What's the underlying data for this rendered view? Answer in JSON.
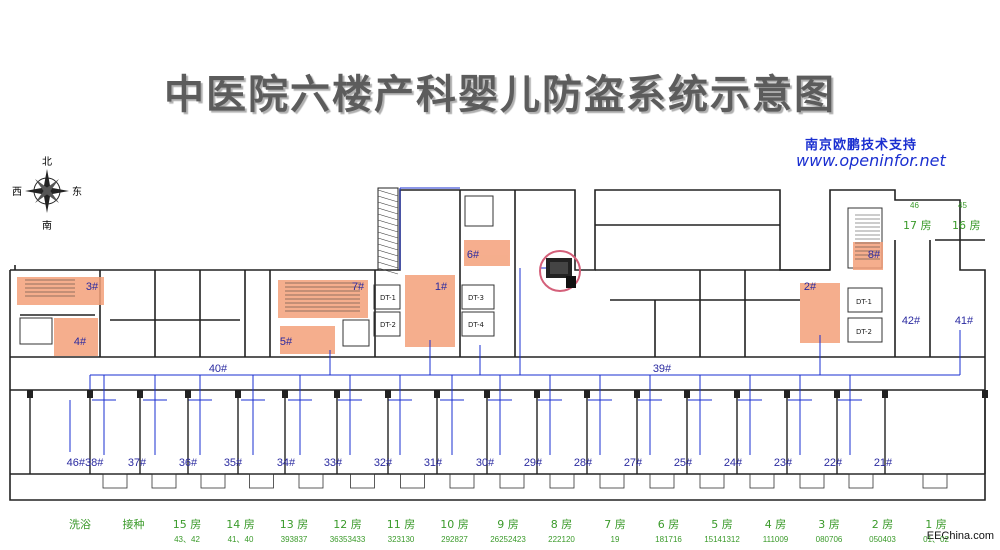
{
  "title": "中医院六楼产科婴儿防盗系统示意图",
  "support": "南京欧鹏技术支持",
  "website": "www.openinfor.net",
  "watermark": "EEChina.com",
  "compass": {
    "north": "北",
    "east": "东",
    "west": "西",
    "south": "南"
  },
  "colors": {
    "highlight": "#f4a07a",
    "wire": "#1a2fd0",
    "wall": "#222222",
    "room_label": "#3a9a2a",
    "node_label": "#2a2aa0",
    "alarm_circle": "#d4607a"
  },
  "top_right_rooms": [
    {
      "label": "17 房",
      "code": "46"
    },
    {
      "label": "16 房",
      "code": "45"
    }
  ],
  "elevator_labels": [
    "DT-1",
    "DT-2",
    "DT-3",
    "DT-4",
    "DT-1",
    "DT-2"
  ],
  "nodes": {
    "highlighted": [
      "3#",
      "4#",
      "7#",
      "5#",
      "1#",
      "6#",
      "8#",
      "2#"
    ],
    "side": [
      "42#",
      "41#"
    ],
    "bus": [
      "40#",
      "39#"
    ],
    "row": [
      "46#38#",
      "37#",
      "36#",
      "35#",
      "34#",
      "33#",
      "32#",
      "31#",
      "30#",
      "29#",
      "28#",
      "27#",
      "25#",
      "24#",
      "23#",
      "22#",
      "21#"
    ]
  },
  "bottom_rooms": [
    {
      "label": "洗浴",
      "code": ""
    },
    {
      "label": "接种",
      "code": ""
    },
    {
      "label": "15 房",
      "code": "43、42"
    },
    {
      "label": "14 房",
      "code": "41、40"
    },
    {
      "label": "13 房",
      "code": "393837"
    },
    {
      "label": "12 房",
      "code": "36353433"
    },
    {
      "label": "11 房",
      "code": "323130"
    },
    {
      "label": "10 房",
      "code": "292827"
    },
    {
      "label": "9 房",
      "code": "26252423"
    },
    {
      "label": "8 房",
      "code": "222120"
    },
    {
      "label": "7 房",
      "code": "19"
    },
    {
      "label": "6 房",
      "code": "181716"
    },
    {
      "label": "5 房",
      "code": "15141312"
    },
    {
      "label": "4 房",
      "code": "111009"
    },
    {
      "label": "3 房",
      "code": "080706"
    },
    {
      "label": "2 房",
      "code": "050403"
    },
    {
      "label": "1 房",
      "code": "01、02"
    }
  ]
}
